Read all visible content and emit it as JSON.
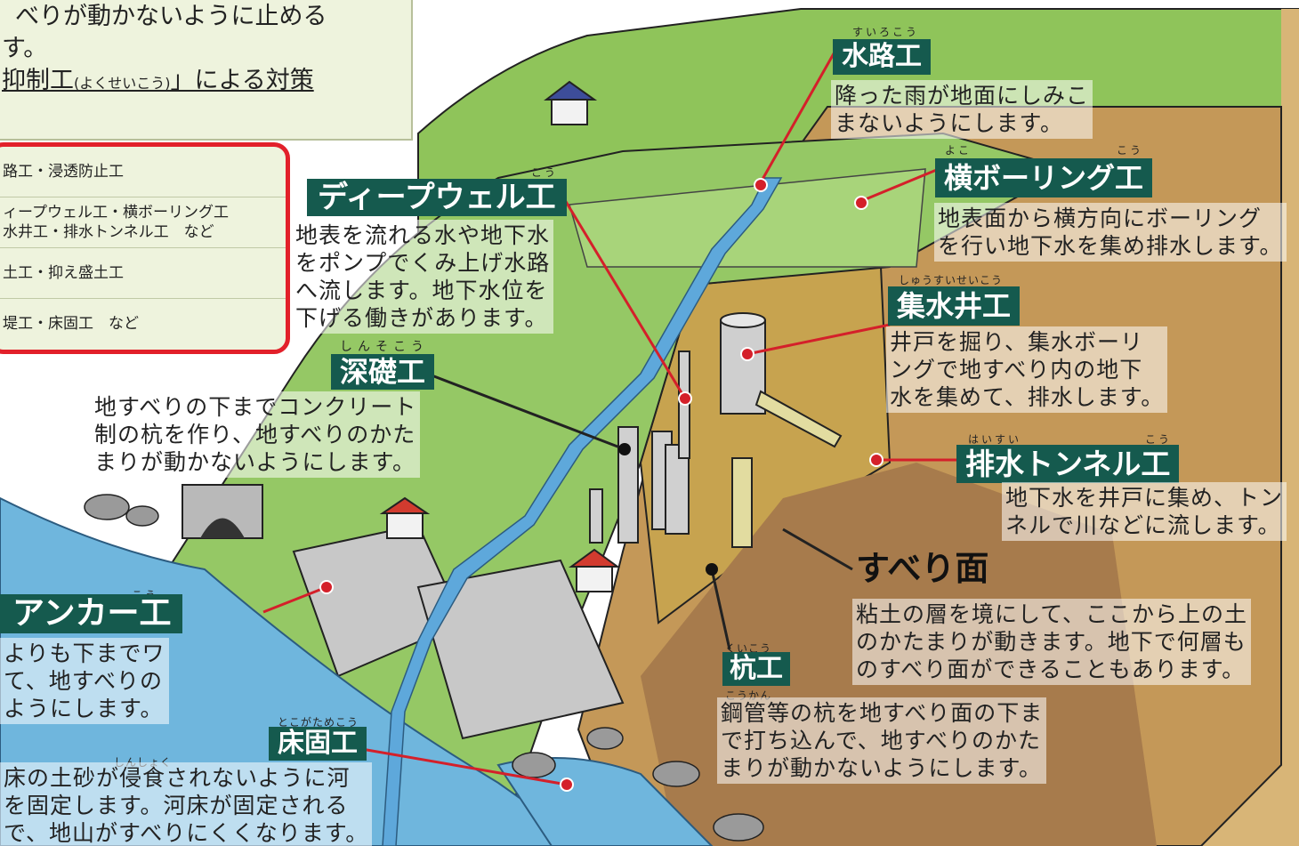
{
  "intro": {
    "line1": "べりが動かないように止める",
    "line2": "す。",
    "line3_main": "抑制工",
    "line3_ruby": "(よくせいこう)",
    "line3_tail": "」による対策"
  },
  "methods": [
    {
      "label": "路工・浸透防止工"
    },
    {
      "label": "ィープウェル工・横ボーリング工",
      "label2": "水井工・排水トンネル工　など"
    },
    {
      "label": "土工・抑え盛土工"
    },
    {
      "label": "堤工・床固工　など"
    }
  ],
  "labels": {
    "suiro": {
      "ruby": "すいろこう",
      "title": "水路工",
      "desc": [
        "降った雨が地面にしみこ",
        "まないようにします。"
      ]
    },
    "yoko": {
      "ruby_left": "よこ",
      "ruby_right": "こう",
      "title": "横ボーリング工",
      "desc": [
        "地表面から横方向にボーリング",
        "を行い地下水を集め排水します。"
      ]
    },
    "deep": {
      "ruby": "こう",
      "title": "ディープウェル工",
      "desc": [
        "地表を流れる水や地下水",
        "をポンプでくみ上げ水路",
        "へ流します。地下水位を",
        "下げる働きがあります。"
      ]
    },
    "shusui": {
      "ruby": "しゅうすいせいこう",
      "title": "集水井工",
      "desc": [
        "井戸を掘り、集水ボーリ",
        "ングで地すべり内の地下",
        "水を集めて、排水します。"
      ]
    },
    "shinso": {
      "ruby": "しんそこう",
      "title": "深礎工",
      "desc": [
        "地すべりの下までコンクリート",
        "制の杭を作り、地すべりのかた",
        "まりが動かないようにします。"
      ]
    },
    "haisui": {
      "ruby_left": "はいすい",
      "ruby_right": "こう",
      "title": "排水トンネル工",
      "desc": [
        "地下水を井戸に集め、トン",
        "ネルで川などに流します。"
      ]
    },
    "suberi": {
      "title": "すべり面",
      "desc": [
        "粘土の層を境にして、ここから上の土",
        "のかたまりが動きます。地下で何層も",
        "のすべり面ができることもあります。"
      ]
    },
    "anchor": {
      "ruby": "こう",
      "title": "アンカー工",
      "desc": [
        "よりも下までワ",
        "て、地すべりの",
        "ようにします。"
      ]
    },
    "kui": {
      "ruby": "くいこう",
      "title": "杭工",
      "ruby2": "こうかん",
      "desc": [
        "鋼管等の杭を地すべり面の下ま",
        "で打ち込んで、地すべりのかた",
        "まりが動かないようにします。"
      ]
    },
    "tokogatame": {
      "ruby": "とこがためこう",
      "title": "床固工",
      "ruby2": "しんしょく",
      "desc": [
        "床の土砂が侵食されないように河",
        "を固定します。河床が固定される",
        "で、地山がすべりにくくなります。"
      ]
    }
  },
  "colors": {
    "accent_box": "#e2202a",
    "tag_bg": "#155a4e",
    "leader": "#d4202a",
    "grass": "#8fc45a",
    "soil": "#c9a25a",
    "water": "#4a98d0"
  }
}
